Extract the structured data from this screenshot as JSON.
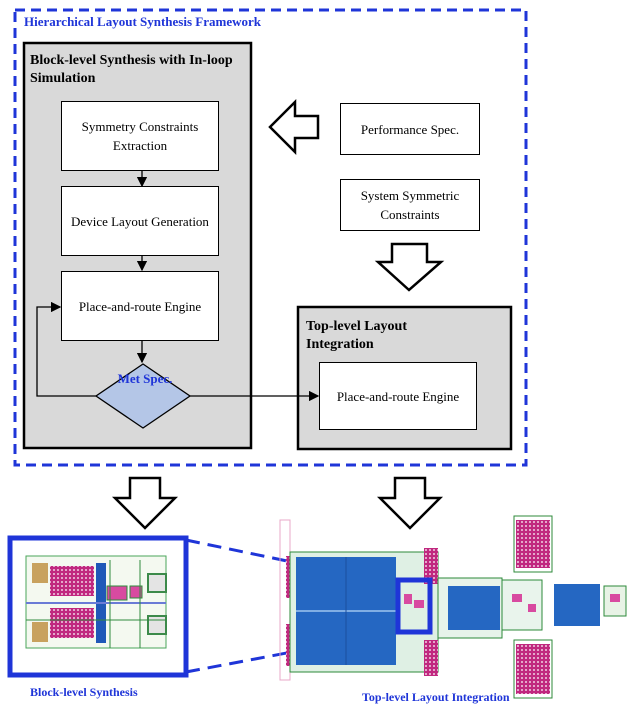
{
  "framework": {
    "title": "Hierarchical Layout Synthesis Framework"
  },
  "block_level": {
    "title": "Block-level Synthesis with In-loop Simulation",
    "steps": [
      "Symmetry Constraints Extraction",
      "Device Layout Generation",
      "Place-and-route Engine"
    ],
    "decision": "Met Spec."
  },
  "inputs": {
    "performance_spec": "Performance Spec.",
    "system_constraints": "System Symmetric Constraints"
  },
  "top_level": {
    "title": "Top-level Layout Integration",
    "engine": "Place-and-route Engine"
  },
  "captions": {
    "block": "Block-level Synthesis",
    "top": "Top-level Layout Integration"
  },
  "colors": {
    "frame": "#1f35d8",
    "panel_fill": "#d9d9d9",
    "diamond_fill": "#b4c6e7"
  }
}
